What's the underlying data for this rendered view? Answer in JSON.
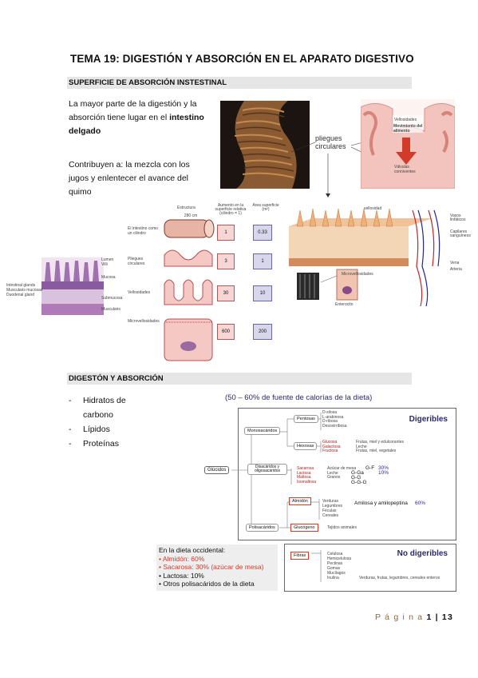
{
  "title": "TEMA 19: DIGESTIÓN Y ABSORCIÓN EN EL APARATO DIGESTIVO",
  "section1": {
    "heading": "SUPERFICIE DE ABSORCIÓN INSTESTINAL",
    "para1_a": "La mayor parte de la digestión y la",
    "para1_b": "absorción tiene lugar en el ",
    "para1_bold1": "intestino",
    "para1_bold2": "delgado",
    "para2_a": "Contribuyen a: la mezcla con los",
    "para2_b": "jugos y enlentecer el avance del",
    "para2_c": "quimo",
    "fig_pliegues_label": "pliegues circulares",
    "fig_villi_labels": [
      "Vellosidades",
      "Movimiento del alimento",
      "Válvulas conniventes"
    ],
    "table_headers": [
      "Estructura",
      "Aumento en la superficie relativa (cilindro = 1)",
      "Área superficie (m²)"
    ],
    "table_width_label": "280 cm",
    "table_rows": [
      {
        "structure": "El intestino como un cilindro",
        "increase": "1",
        "area": "0.33"
      },
      {
        "structure": "Pliegues circulares",
        "increase": "3",
        "area": "1"
      },
      {
        "structure": "Vellosidades",
        "increase": "30",
        "area": "10"
      },
      {
        "structure": "Microvellosidades",
        "increase": "600",
        "area": "200"
      }
    ],
    "histo_labels": [
      "Lumen",
      "Villi",
      "Mucosa",
      "Submucosa",
      "Muscularis",
      "Intestinal glands",
      "Muscularis mucosae",
      "Duodenal gland"
    ],
    "villus_labels": [
      "vellosidad",
      "Microvellosidades",
      "Enterocito",
      "Vasos linfáticos",
      "Capilares sanguíneos",
      "Vena",
      "Arteria"
    ]
  },
  "section2": {
    "heading": "DIGESTÓN Y ABSORCIÓN",
    "bullets": [
      "Hidratos de",
      "carbono",
      "Lípidos",
      "Proteínas"
    ],
    "chart_title": "(50 – 60% de fuente de calorías de la dieta)",
    "digeribles": "Digeribles",
    "no_digeribles": "No digeribles",
    "glucidos": "Glúcidos",
    "monosacaridos": "Monosacáridos",
    "disacaridos": "Disacáridos y oligosacáridos",
    "polisacaridos": "Polisacáridos",
    "pentosas": "Pentosas",
    "pentosas_items": [
      "D-xilosa",
      "L-arabinosa",
      "D-ribosa",
      "Desoxirribosa"
    ],
    "hexosas": "Hexosas",
    "hexosas_items": [
      "Glucosa",
      "Galactosa",
      "Fructosa"
    ],
    "hexosas_sources": [
      "Frutas, miel y edulcorantes",
      "Leche",
      "Frutas, miel, vegetales"
    ],
    "disac_items": [
      "Sacarosa",
      "Lactosa",
      "Maltosa",
      "Isomaltosa"
    ],
    "disac_sources": [
      "Azúcar de mesa",
      "Leche",
      "Granos",
      ""
    ],
    "disac_comp": [
      "G-F",
      "G-Ga",
      "G-G",
      "G-G-G"
    ],
    "disac_pct": [
      "30%",
      "10%"
    ],
    "almidon": "Almidón",
    "almidon_items": [
      "Verduras",
      "Legumbres",
      "Féculas",
      "Cereales"
    ],
    "almidon_note": "Amilosa y amilopeptina",
    "almidon_pct": "60%",
    "glucogeno": "Glucógeno",
    "glucogeno_src": "Tejidos animales",
    "fibras": "Fibras",
    "fibras_items": [
      "Celulosa",
      "Hemicelulosa",
      "Pectinas",
      "Gomas",
      "Mucílagos",
      "Inulina"
    ],
    "fibras_src": "Verduras, frutas, legumbres, cereales enteros",
    "dieta_title": "En la dieta occidental:",
    "dieta_items": [
      "Almidón: 60%",
      "Sacarosa: 30% (azúcar de mesa)",
      "Lactosa: 10%",
      "Otros polisacáridos de la dieta"
    ]
  },
  "footer": {
    "label": "P á g i n a",
    "page": "1",
    "sep": "|",
    "total": "13"
  },
  "colors": {
    "red": "#d23a2a",
    "navy": "#2a2a6a",
    "pink": "#f0b7b2",
    "bar": "#e6e6e6"
  }
}
